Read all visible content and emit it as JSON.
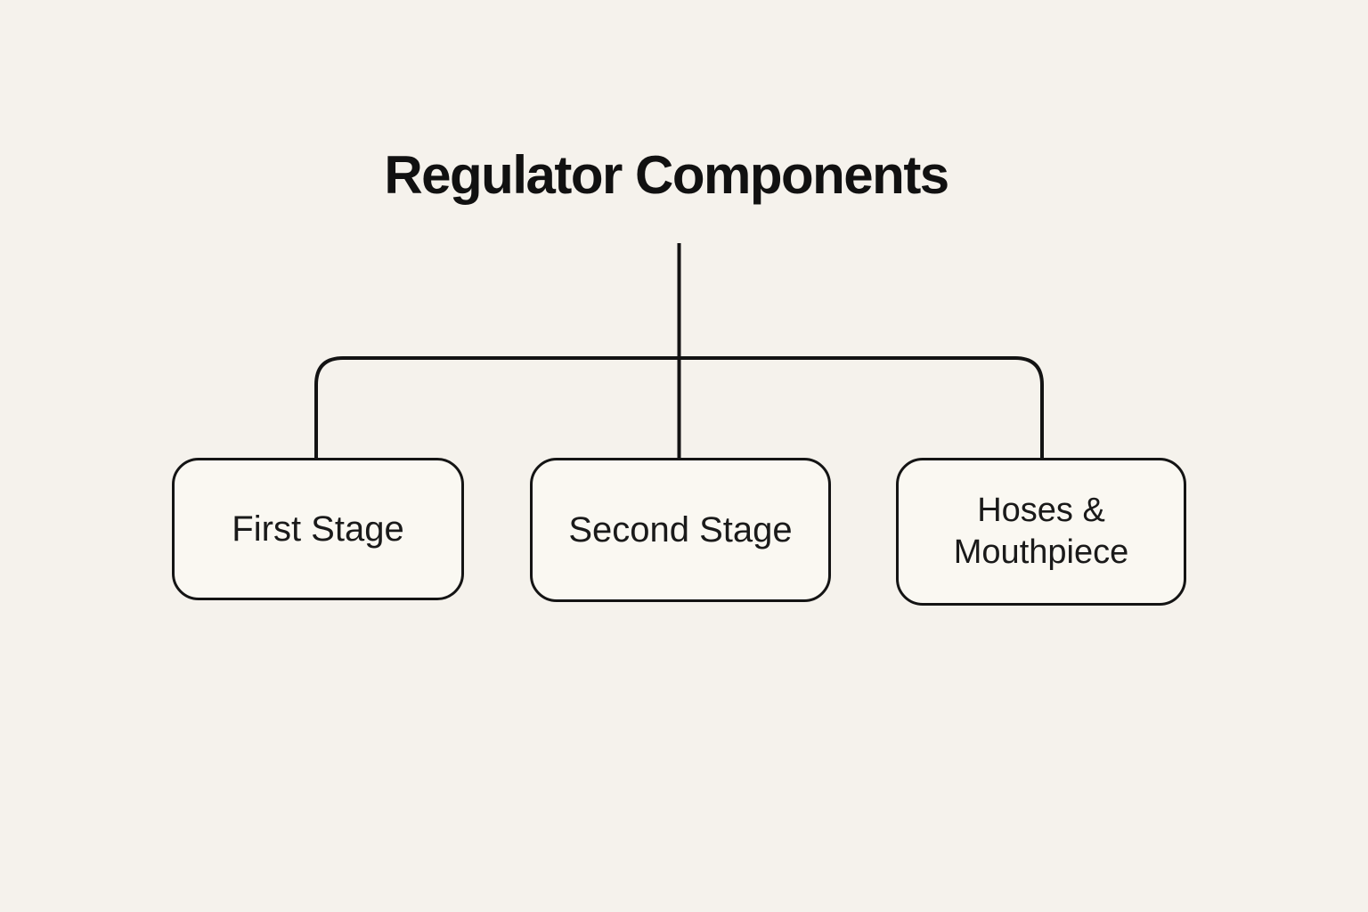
{
  "diagram": {
    "title": "Regulator Components",
    "nodes": [
      {
        "id": "first-stage",
        "label": "First Stage"
      },
      {
        "id": "second-stage",
        "label": "Second Stage"
      },
      {
        "id": "hoses-mouthpiece",
        "label": "Hoses & Mouthpiece"
      }
    ],
    "colors": {
      "background": "#f5f2ec",
      "node_fill": "#faf8f2",
      "line": "#131313",
      "text": "#111111"
    }
  }
}
